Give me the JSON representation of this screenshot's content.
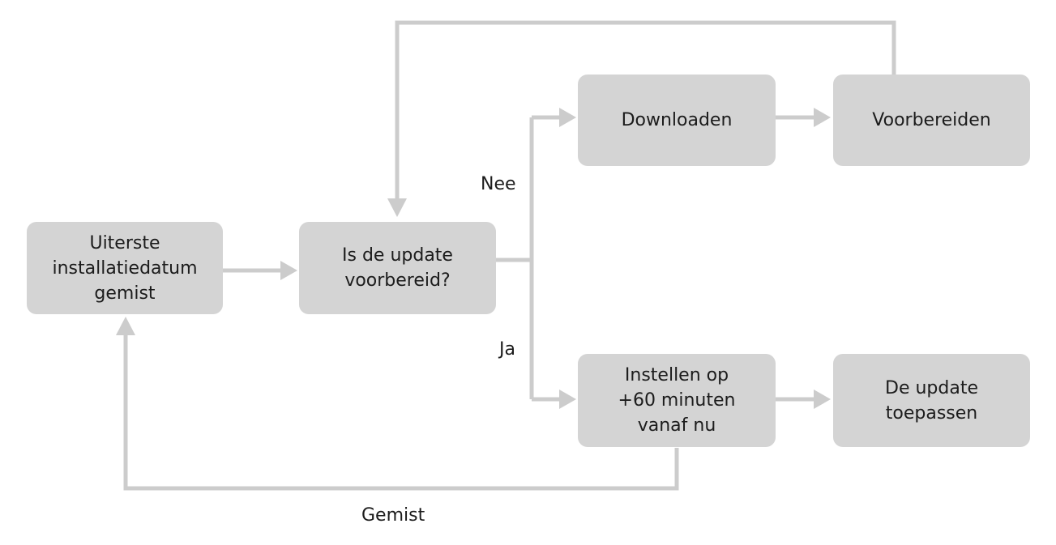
{
  "diagram": {
    "nodes": {
      "missed_deadline": {
        "label": "Uiterste\ninstallatiedatum\ngemist"
      },
      "is_prepared": {
        "label": "Is de update\nvoorbereid?"
      },
      "download": {
        "label": "Downloaden"
      },
      "prepare": {
        "label": "Voorbereiden"
      },
      "set_timer": {
        "label": "Instellen op\n+60 minuten\nvanaf nu"
      },
      "apply_update": {
        "label": "De update\ntoepassen"
      }
    },
    "edge_labels": {
      "no": "Nee",
      "yes": "Ja",
      "missed": "Gemist"
    },
    "colors": {
      "node_fill": "#d4d4d4",
      "connector": "#cccccc",
      "text": "#1c1c1c"
    }
  }
}
